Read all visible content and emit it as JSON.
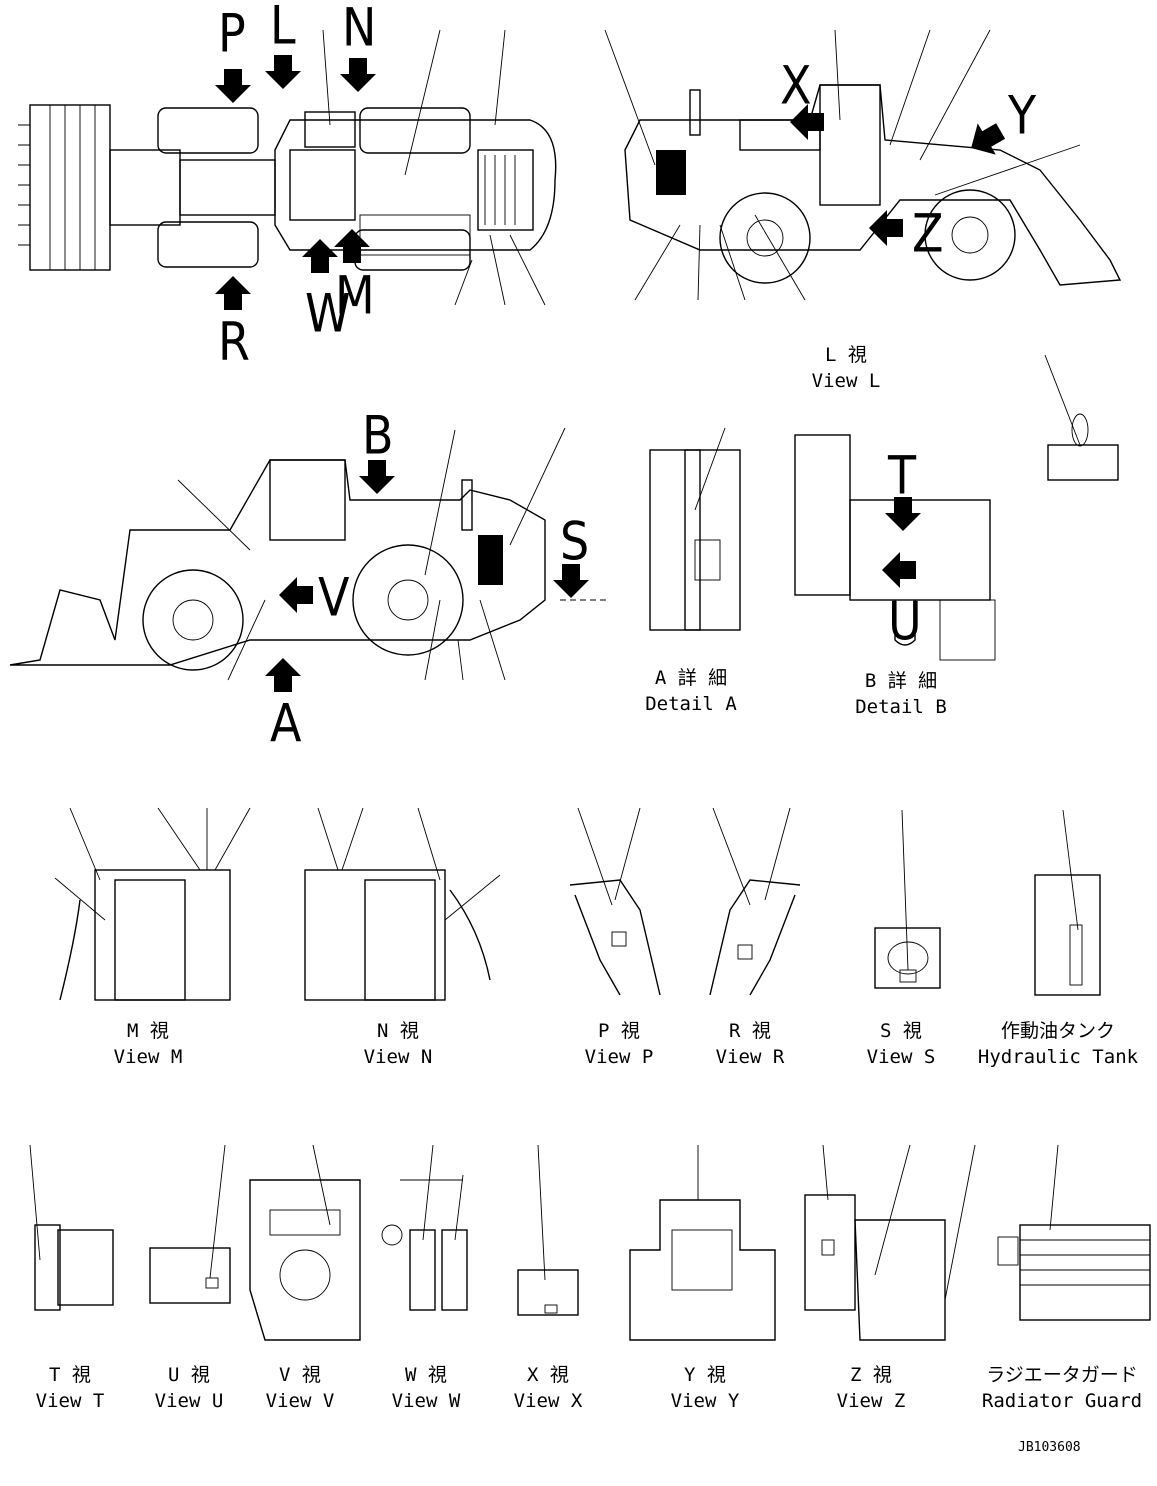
{
  "views": {
    "L": {
      "title_jp": "L 視",
      "title_en": "View L"
    },
    "M": {
      "title_jp": "M 視",
      "title_en": "View M"
    },
    "N": {
      "title_jp": "N 視",
      "title_en": "View N"
    },
    "P": {
      "title_jp": "P 視",
      "title_en": "View P"
    },
    "R": {
      "title_jp": "R 視",
      "title_en": "View R"
    },
    "S": {
      "title_jp": "S 視",
      "title_en": "View S"
    },
    "T": {
      "title_jp": "T 視",
      "title_en": "View T"
    },
    "U": {
      "title_jp": "U 視",
      "title_en": "View U"
    },
    "V": {
      "title_jp": "V 視",
      "title_en": "View V"
    },
    "W": {
      "title_jp": "W 視",
      "title_en": "View W"
    },
    "X": {
      "title_jp": "X 視",
      "title_en": "View X"
    },
    "Y": {
      "title_jp": "Y 視",
      "title_en": "View Y"
    },
    "Z": {
      "title_jp": "Z 視",
      "title_en": "View Z"
    }
  },
  "details": {
    "A": {
      "title_jp": "A 詳 細",
      "title_en": "Detail A"
    },
    "B": {
      "title_jp": "B 詳 細",
      "title_en": "Detail B"
    }
  },
  "components": {
    "hydraulic_tank": {
      "title_jp": "作動油タンク",
      "title_en": "Hydraulic Tank"
    },
    "radiator_guard": {
      "title_jp": "ラジエータガード",
      "title_en": "Radiator Guard"
    }
  },
  "arrow_letters": [
    "P",
    "L",
    "N",
    "R",
    "W",
    "M",
    "X",
    "Y",
    "Z",
    "B",
    "S",
    "V",
    "A",
    "T",
    "U"
  ],
  "document_number": "JB103608"
}
